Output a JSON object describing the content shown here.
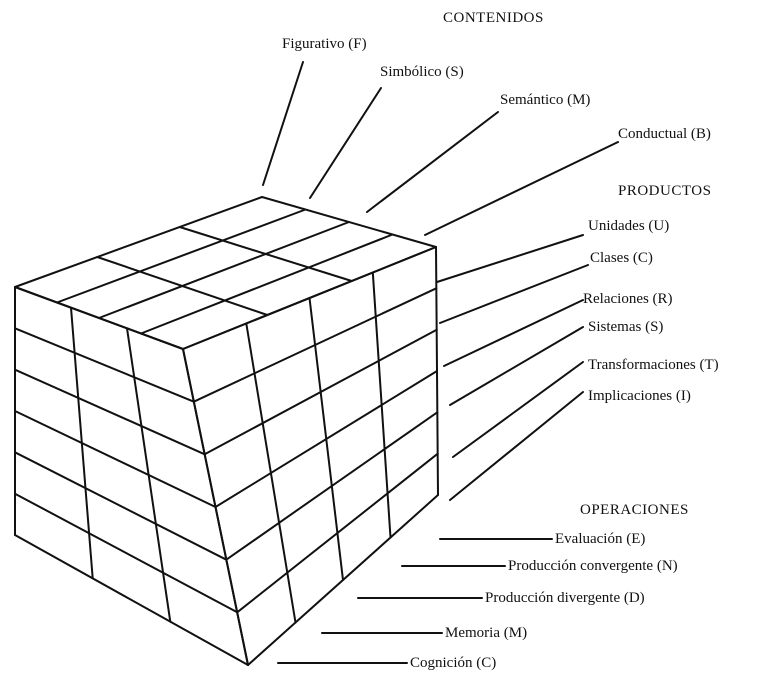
{
  "contenidos": {
    "title": "CONTENIDOS",
    "items": [
      "Figurativo (F)",
      "Simbólico (S)",
      "Semántico (M)",
      "Conductual (B)"
    ]
  },
  "productos": {
    "title": "PRODUCTOS",
    "items": [
      "Unidades (U)",
      "Clases (C)",
      "Relaciones (R)",
      "Sistemas (S)",
      "Transformaciones (T)",
      "Implicaciones (I)"
    ]
  },
  "operaciones": {
    "title": "OPERACIONES",
    "items": [
      "Evaluación (E)",
      "Producción convergente (N)",
      "Producción divergente (D)",
      "Memoria (M)",
      "Cognición (C)"
    ]
  }
}
